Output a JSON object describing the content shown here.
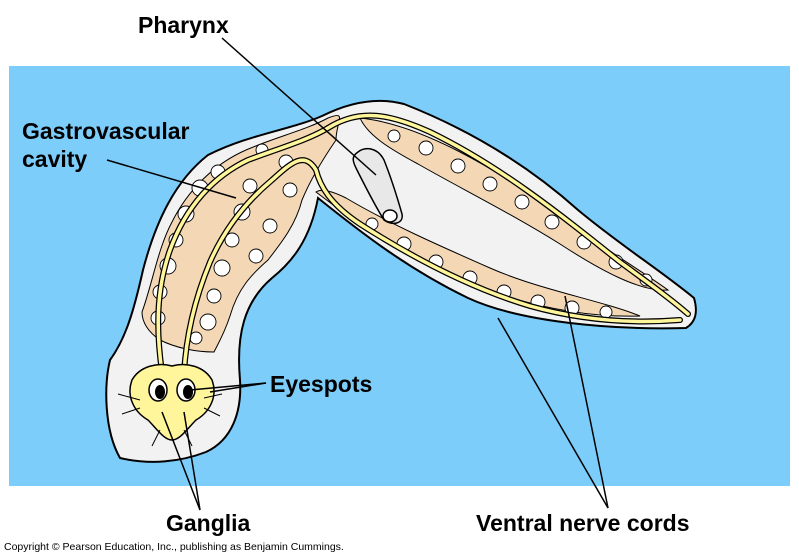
{
  "figure": {
    "colors": {
      "background": "#7dcdfa",
      "body": "#f2f2f2",
      "gut": "#f4d8b6",
      "nerve": "#fff59a",
      "outline": "#000000"
    },
    "labels": {
      "pharynx": "Pharynx",
      "gastrovascular_line1": "Gastrovascular",
      "gastrovascular_line2": "cavity",
      "eyespots": "Eyespots",
      "ganglia": "Ganglia",
      "ventral_nerve_cords": "Ventral nerve cords"
    },
    "copyright": "Copyright © Pearson Education, Inc., publishing as Benjamin Cummings."
  }
}
